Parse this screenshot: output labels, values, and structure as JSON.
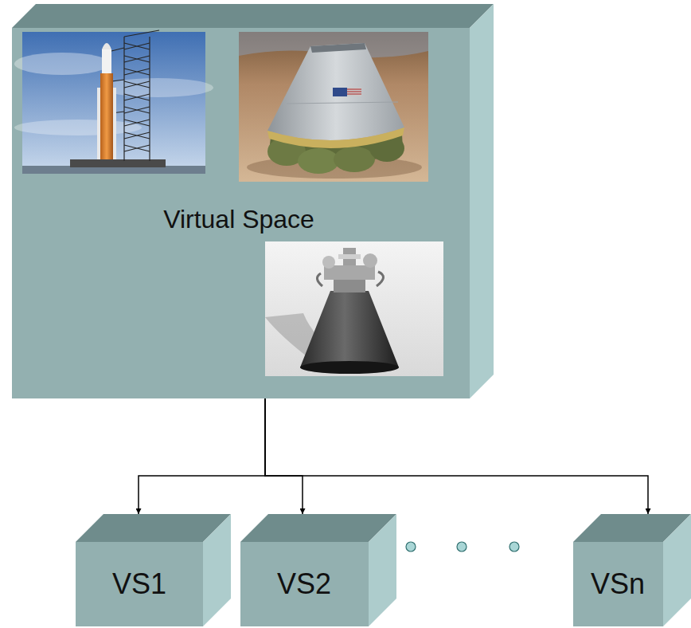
{
  "diagram": {
    "nodes": [
      {
        "text": [
          "Virtual Space"
        ]
      },
      {
        "text": [
          "VS1"
        ]
      },
      {
        "text": [
          "VS2"
        ]
      },
      {
        "text": [
          "VSn"
        ]
      }
    ],
    "edges": [
      {
        "from": 0,
        "to": 1,
        "arrow": "to"
      },
      {
        "from": 0,
        "to": 2,
        "arrow": "to"
      },
      {
        "from": 0,
        "to": 3,
        "arrow": "to"
      }
    ]
  }
}
